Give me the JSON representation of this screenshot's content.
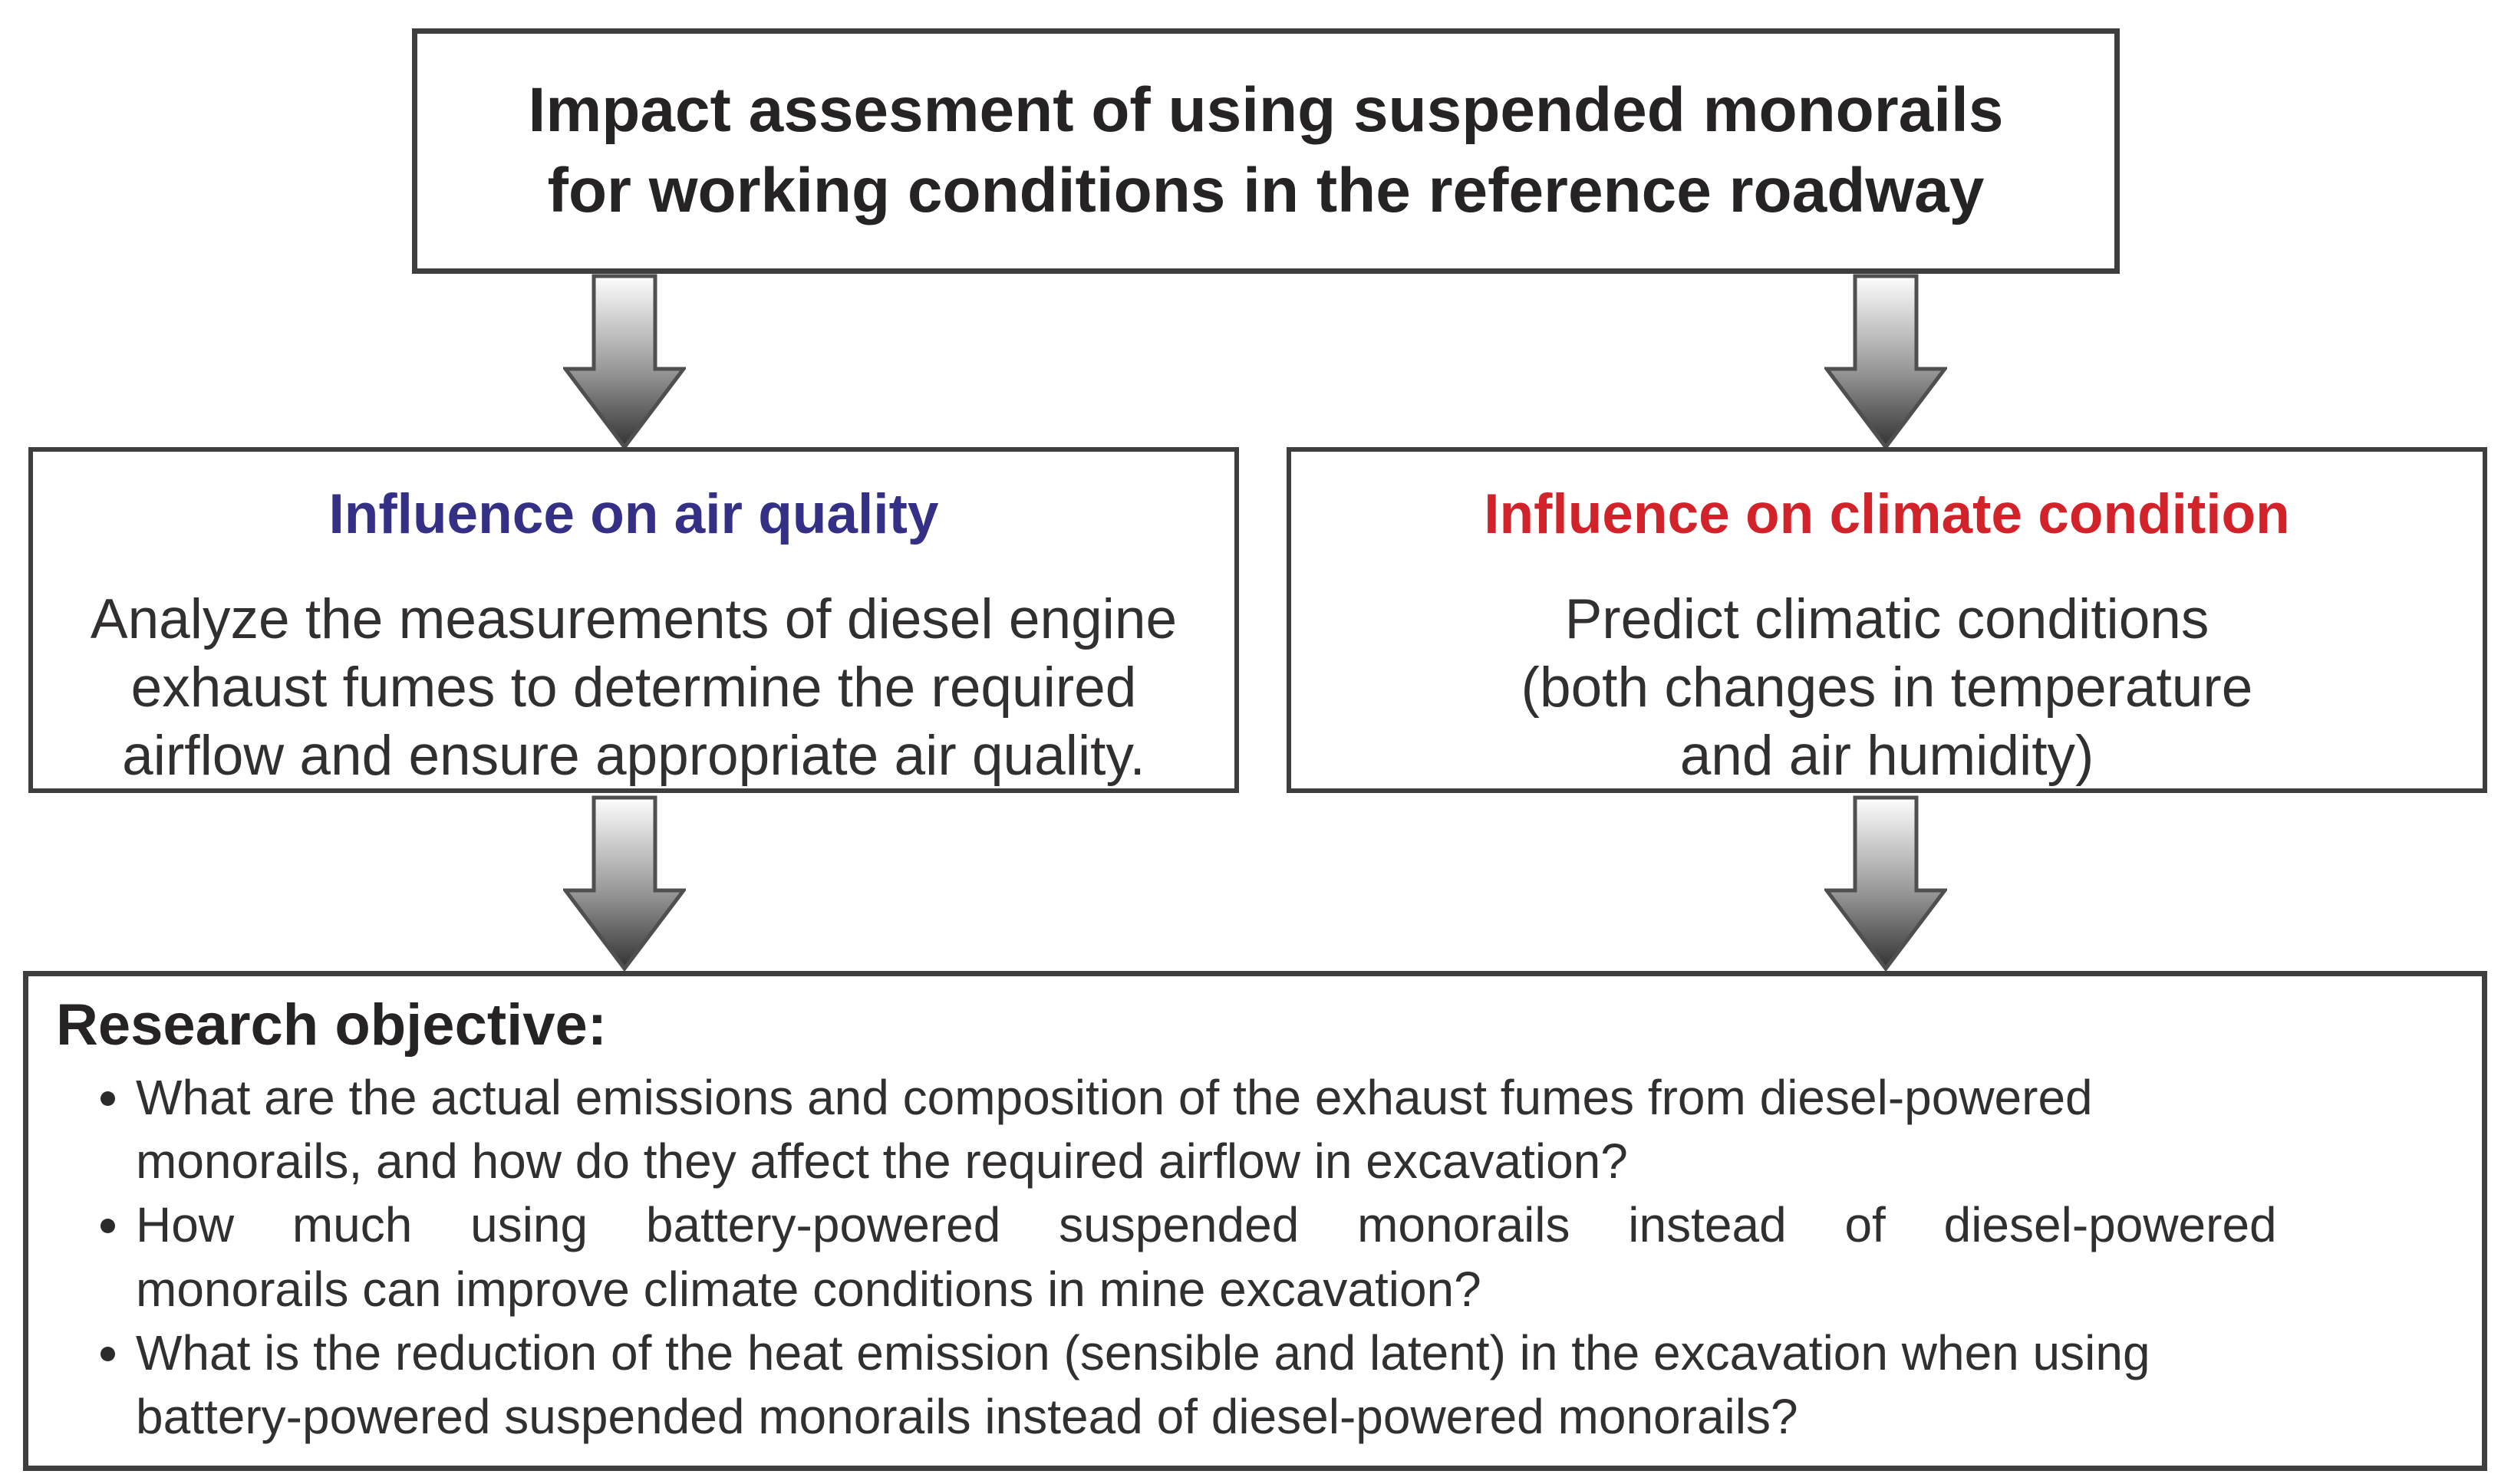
{
  "colors": {
    "box_border": "#3e3e3e",
    "title_text": "#262324",
    "body_text": "#322f30",
    "air_quality_heading": "#343085",
    "climate_heading": "#d2232a",
    "arrow_outline": "#4f4f4f",
    "arrow_gradient_top": "#fefefe",
    "arrow_gradient_mid": "#989898",
    "arrow_gradient_bottom": "#333333"
  },
  "title_box": {
    "text": "Impact assesment of using suspended monorails\nfor working conditions in the reference roadway"
  },
  "air_quality_box": {
    "heading": "Influence on air quality",
    "body": "Analyze the measurements of diesel engine\nexhaust fumes to determine the required\nairflow and ensure appropriate air quality."
  },
  "climate_box": {
    "heading": "Influence on climate condition",
    "body": "Predict climatic conditions\n(both changes in temperature\nand air humidity)"
  },
  "research_box": {
    "heading": "Research objective:",
    "bullets": [
      {
        "lines": [
          {
            "text": "What are the actual emissions and composition of the exhaust fumes from diesel-powered",
            "spread": false
          },
          {
            "text": "monorails, and how do they affect the required airflow in excavation?",
            "spread": false
          }
        ]
      },
      {
        "lines": [
          {
            "text": "How much using battery-powered suspended monorails instead of diesel-powered",
            "spread": true
          },
          {
            "text": "monorails can improve climate conditions in mine excavation?",
            "spread": false
          }
        ]
      },
      {
        "lines": [
          {
            "text": "What is the reduction of the heat emission (sensible and latent) in the excavation when using",
            "spread": false
          },
          {
            "text": "battery-powered suspended monorails instead of diesel-powered monorails?",
            "spread": false
          }
        ]
      }
    ]
  }
}
